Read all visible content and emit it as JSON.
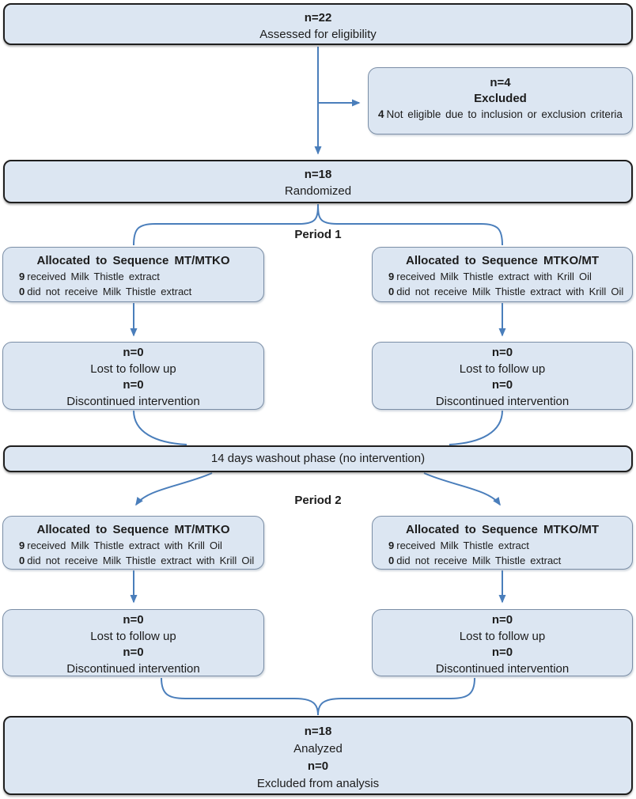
{
  "colors": {
    "box_fill": "#dce6f2",
    "dark_border": "#1f1f1f",
    "light_border": "#7b8ea6",
    "arrow_blue": "#4a7ebb",
    "text": "#1c1c1c"
  },
  "assessed": {
    "n": "n=22",
    "label": "Assessed for eligibility"
  },
  "excluded": {
    "n": "n=4",
    "title": "Excluded",
    "item_num": "4",
    "item_text": "Not eligible due to inclusion or exclusion criteria"
  },
  "randomized": {
    "n": "n=18",
    "label": "Randomized"
  },
  "periods": {
    "p1": "Period 1",
    "p2": "Period 2"
  },
  "alloc": {
    "p1_left": {
      "title": "Allocated to Sequence MT/MTKO",
      "lines": [
        {
          "num": "9",
          "text": "received Milk Thistle extract"
        },
        {
          "num": "0",
          "text": "did not receive Milk Thistle extract"
        }
      ]
    },
    "p1_right": {
      "title": "Allocated to Sequence MTKO/MT",
      "lines": [
        {
          "num": "9",
          "text": "received Milk Thistle extract with Krill Oil"
        },
        {
          "num": "0",
          "text": "did not receive Milk Thistle extract with Krill Oil"
        }
      ]
    },
    "p2_left": {
      "title": "Allocated to Sequence MT/MTKO",
      "lines": [
        {
          "num": "9",
          "text": "received Milk Thistle extract with Krill Oil"
        },
        {
          "num": "0",
          "text": "did not receive Milk Thistle extract with Krill Oil"
        }
      ]
    },
    "p2_right": {
      "title": "Allocated to Sequence MTKO/MT",
      "lines": [
        {
          "num": "9",
          "text": "received Milk Thistle extract"
        },
        {
          "num": "0",
          "text": "did not receive Milk Thistle extract"
        }
      ]
    }
  },
  "followup": {
    "n1": "n=0",
    "l1": "Lost to follow up",
    "n2": "n=0",
    "l2": "Discontinued intervention"
  },
  "washout": {
    "label": "14 days washout phase (no intervention)"
  },
  "analyzed": {
    "n1": "n=18",
    "l1": "Analyzed",
    "n2": "n=0",
    "l2": "Excluded from analysis"
  }
}
